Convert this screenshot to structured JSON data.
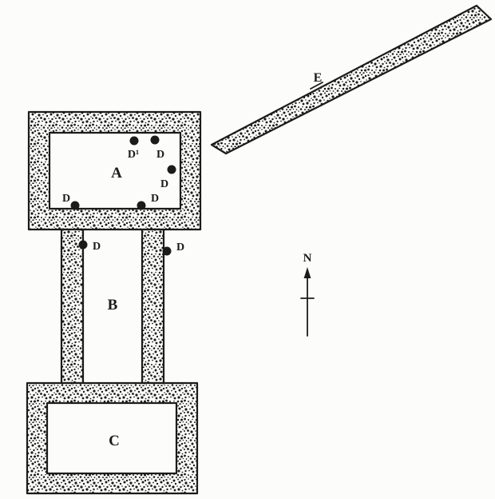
{
  "figure": {
    "background_color": "#fcfcfa",
    "ink_color": "#1b1b1b"
  },
  "rooms": [
    {
      "id": "room-a",
      "label": "A"
    },
    {
      "id": "room-b",
      "label": "B"
    },
    {
      "id": "room-c",
      "label": "C"
    }
  ],
  "wall_e": {
    "label": "E"
  },
  "north_arrow": {
    "label": "N"
  },
  "markers": {
    "d_label": "D",
    "d1_label": "D¹"
  }
}
